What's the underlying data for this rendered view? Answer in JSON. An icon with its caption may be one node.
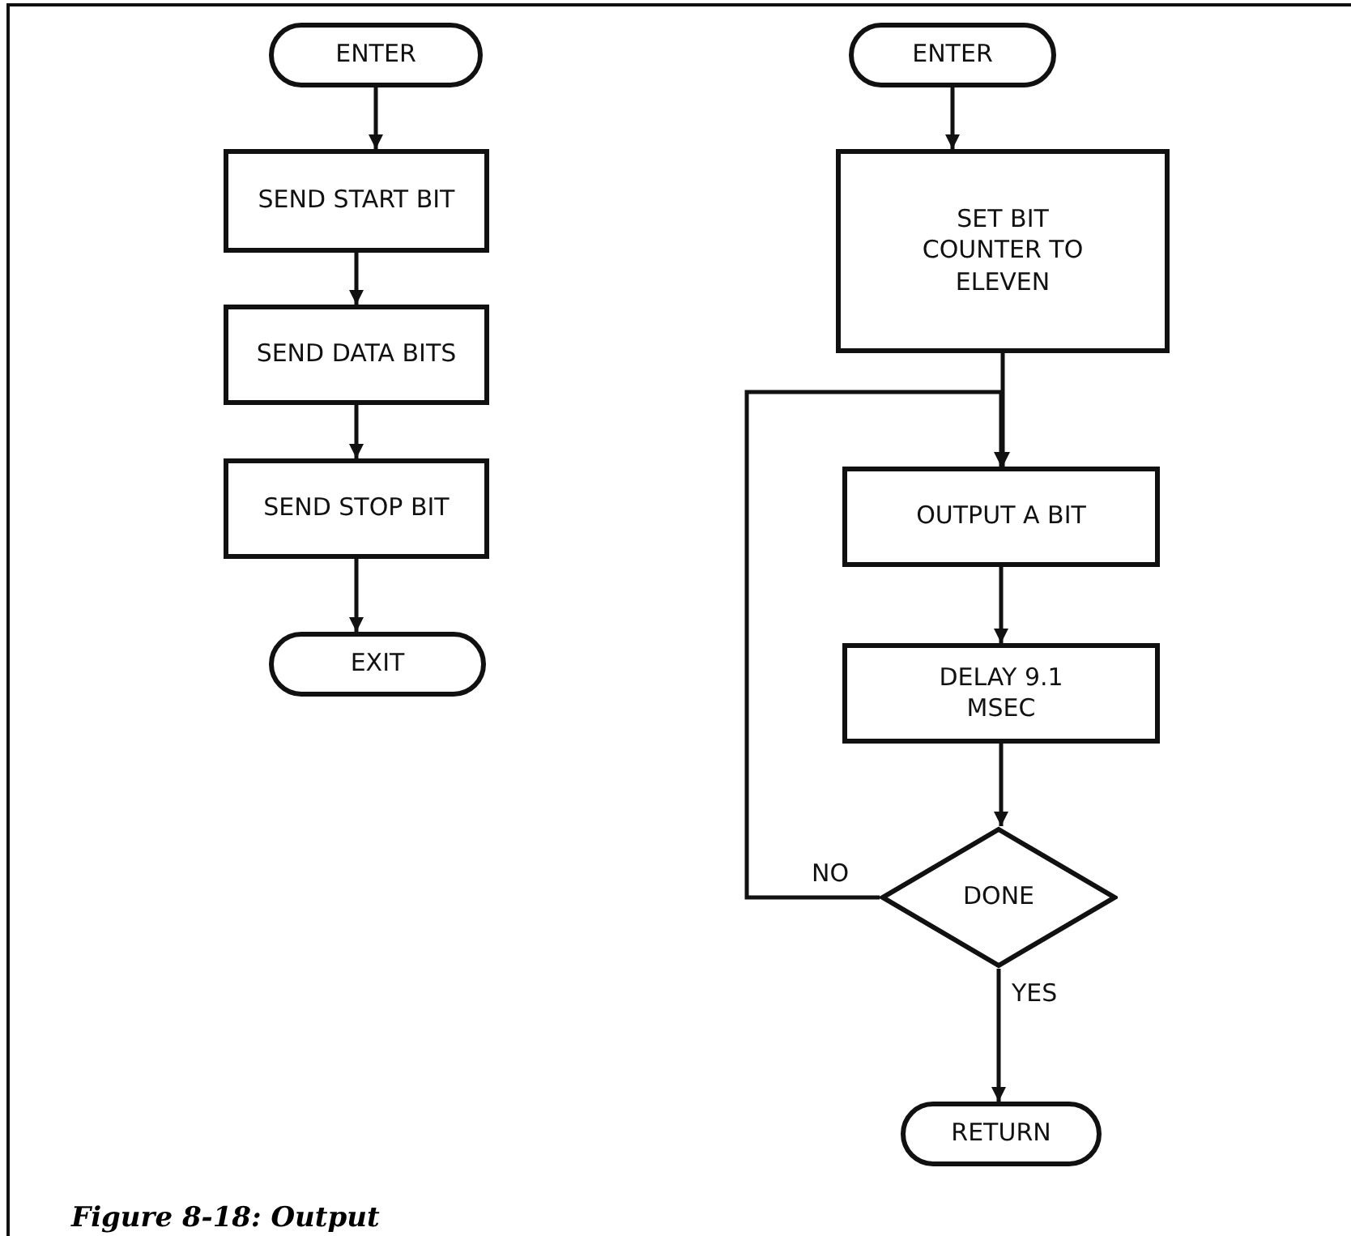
{
  "diagram": {
    "caption": "Figure 8-18: Output",
    "nodes": [
      {
        "text": [
          "ENTER"
        ]
      },
      {
        "text": [
          "SEND START BIT"
        ]
      },
      {
        "text": [
          "SEND DATA BITS"
        ]
      },
      {
        "text": [
          "SEND STOP BIT"
        ]
      },
      {
        "text": [
          "EXIT"
        ]
      },
      {
        "text": [
          "ENTER"
        ]
      },
      {
        "text": [
          "SET BIT COUNTER TO ELEVEN"
        ]
      },
      {
        "text": [
          "OUTPUT A BIT"
        ]
      },
      {
        "text": [
          "DELAY 9.1 MSEC"
        ]
      },
      {
        "text": [
          "DONE"
        ]
      },
      {
        "text": [
          "RETURN"
        ]
      }
    ],
    "edges": [
      {
        "from": 0,
        "to": 1,
        "arrow": "to"
      },
      {
        "from": 1,
        "to": 2,
        "arrow": "to"
      },
      {
        "from": 2,
        "to": 3,
        "arrow": "to"
      },
      {
        "from": 3,
        "to": 4,
        "arrow": "to"
      },
      {
        "from": 5,
        "to": 6,
        "arrow": "to"
      },
      {
        "from": 6,
        "to": 7,
        "arrow": "to"
      },
      {
        "from": 7,
        "to": 8,
        "arrow": "to"
      },
      {
        "from": 8,
        "to": 9,
        "arrow": "to"
      },
      {
        "from": 9,
        "to": 10,
        "label": "YES",
        "arrow": "to"
      },
      {
        "from": 9,
        "to": 7,
        "label": "NO",
        "arrow": "to"
      }
    ]
  }
}
